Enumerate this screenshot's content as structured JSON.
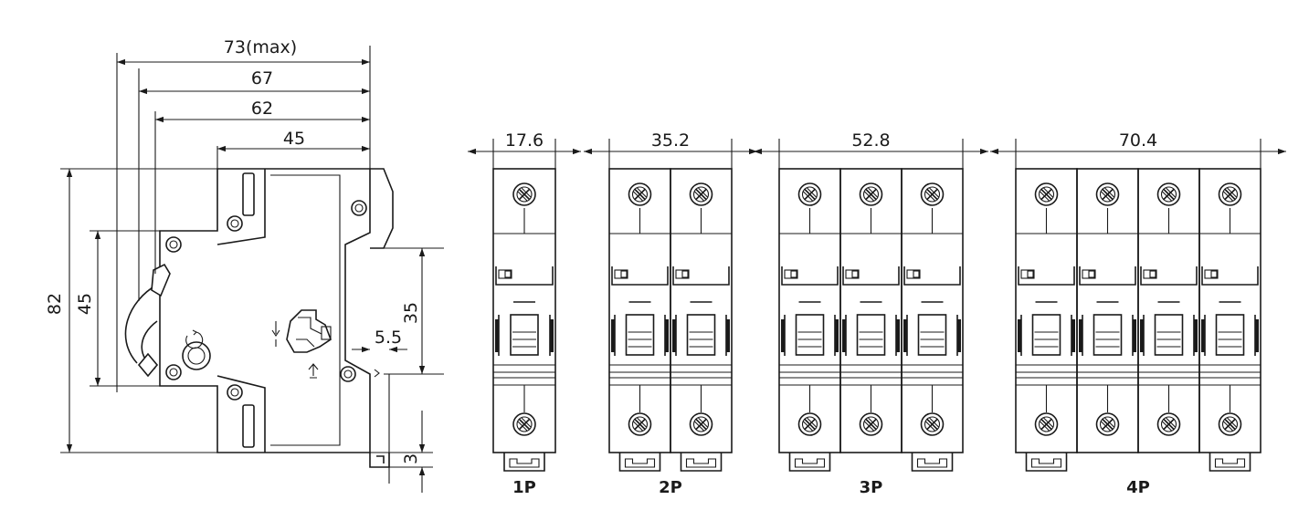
{
  "side_view": {
    "overall_depth": "73(max)",
    "depth_67": "67",
    "depth_62": "62",
    "depth_45": "45",
    "height_82": "82",
    "height_45": "45",
    "rail_35": "35",
    "offset_5_5": "5.5",
    "rail_3": "3"
  },
  "front_views": [
    {
      "pole_label": "1P",
      "width_label": "17.6",
      "poles": 1
    },
    {
      "pole_label": "2P",
      "width_label": "35.2",
      "poles": 2
    },
    {
      "pole_label": "3P",
      "width_label": "52.8",
      "poles": 3
    },
    {
      "pole_label": "4P",
      "width_label": "70.4",
      "poles": 4
    }
  ],
  "colors": {
    "line": "#1a1a1a",
    "background": "#ffffff"
  }
}
